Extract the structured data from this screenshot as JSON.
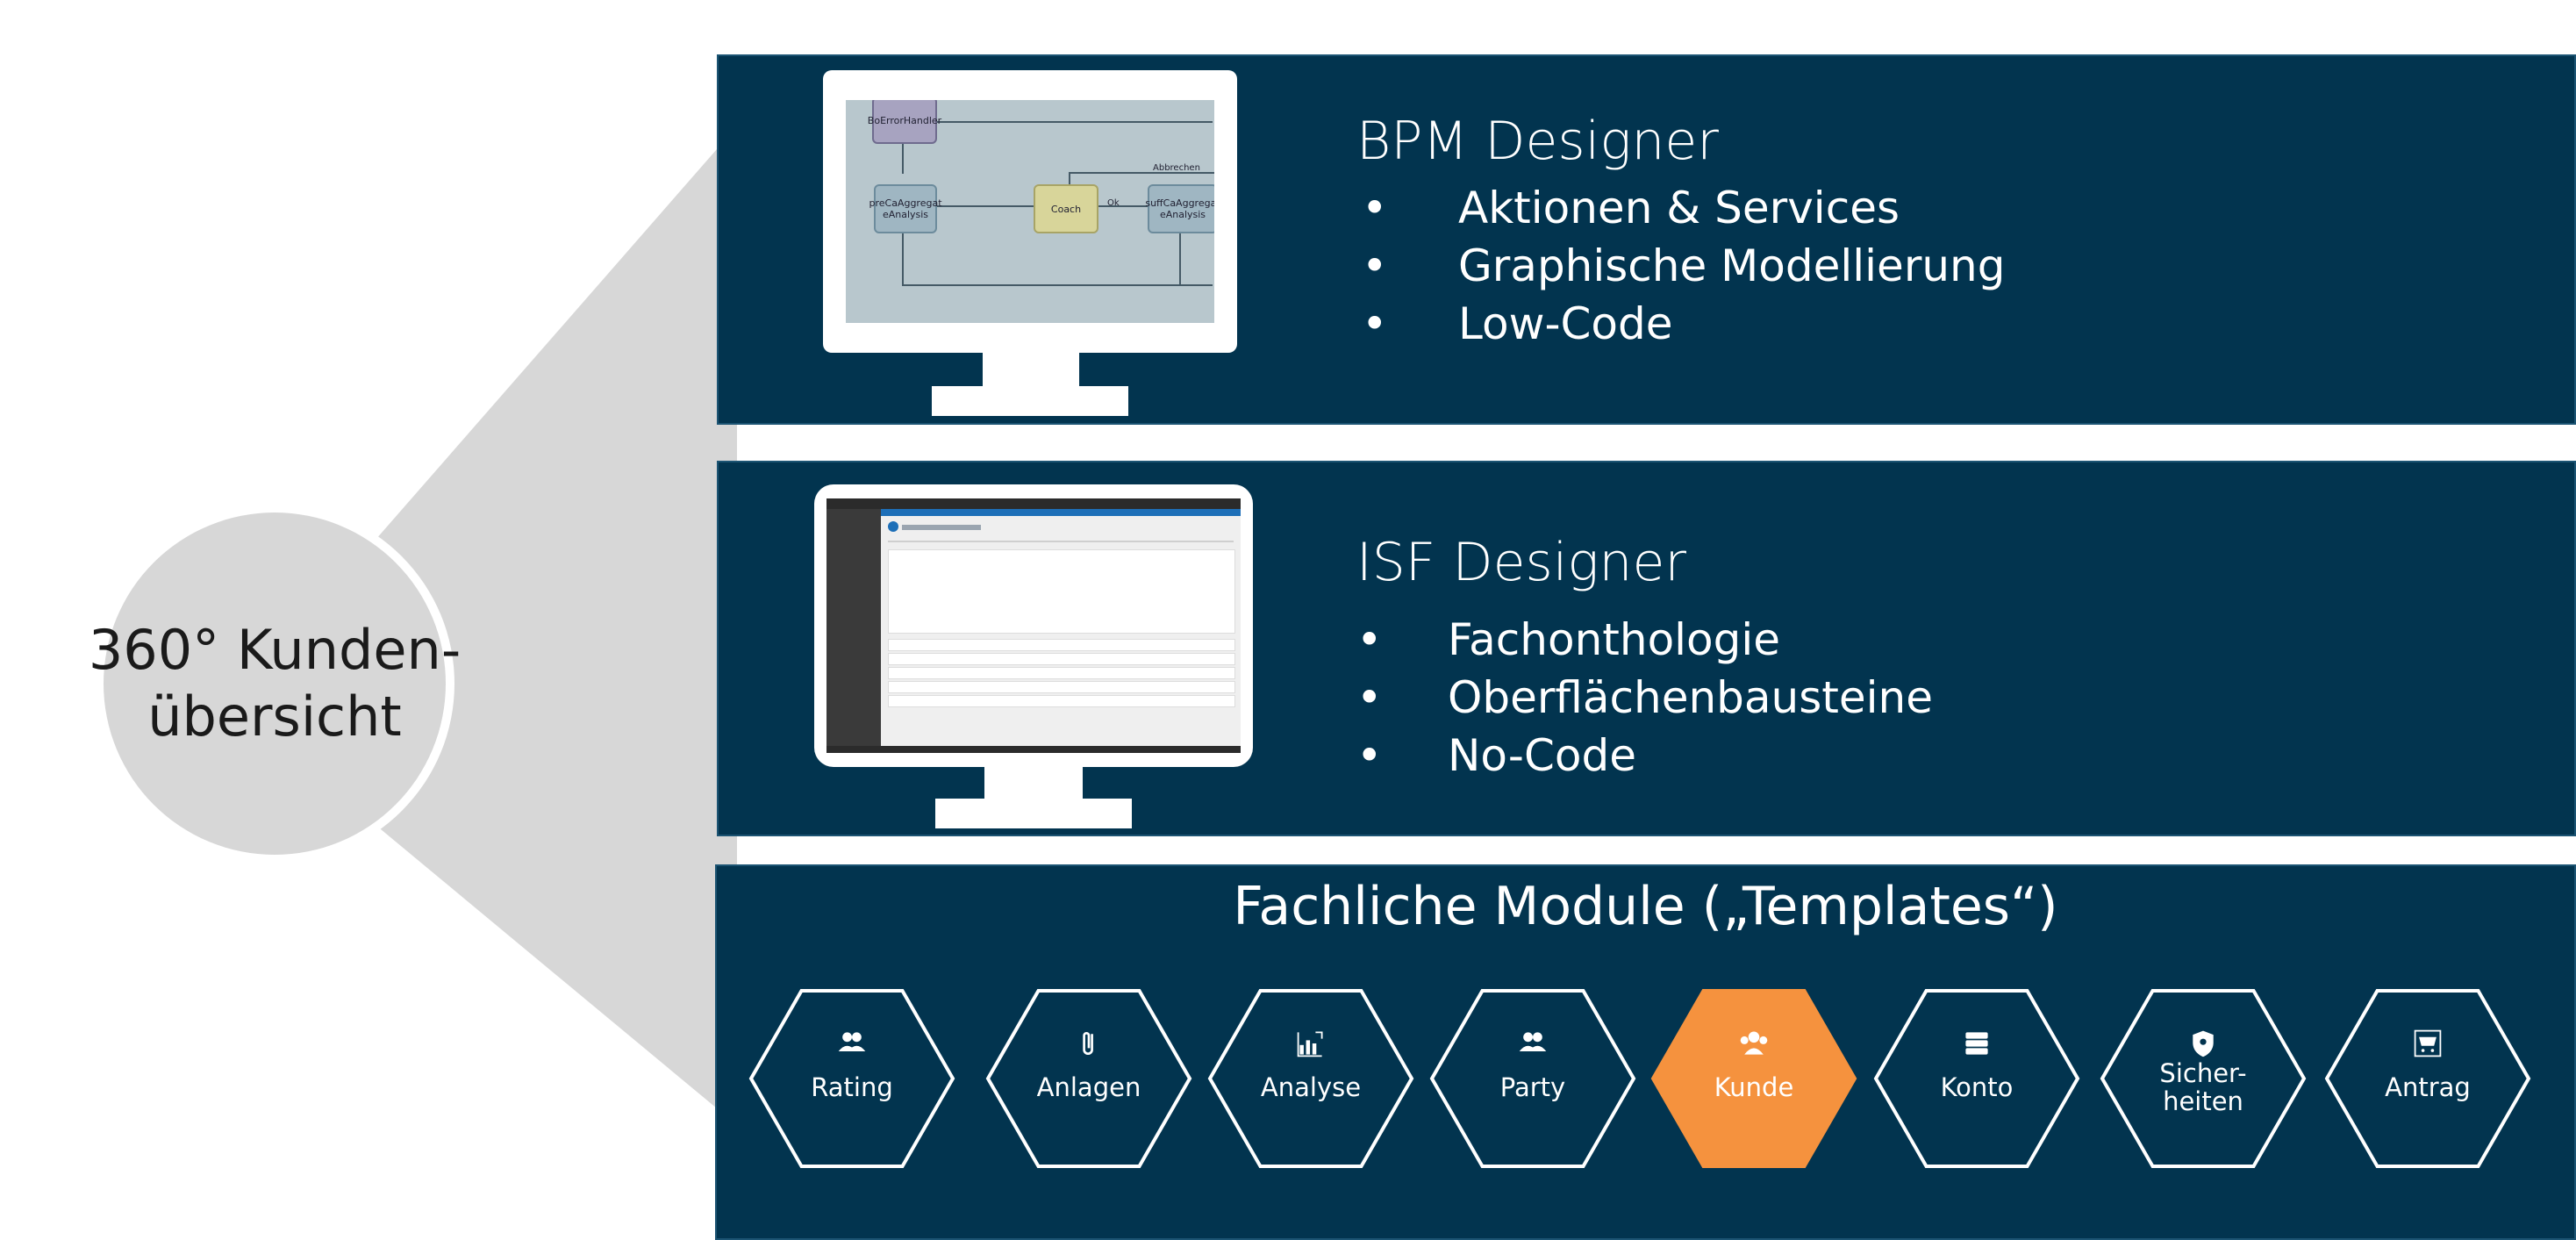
{
  "hub": {
    "line1": "360° Kunden-",
    "line2": "übersicht"
  },
  "bpm": {
    "title": "BPM Designer",
    "bullets": [
      "Aktionen & Services",
      "Graphische Modellierung",
      "Low-Code"
    ],
    "screen": {
      "error_node": "BoErrorHandler",
      "node_pre_1": "preCaAggregat",
      "node_pre_2": "eAnalysis",
      "node_coach": "Coach",
      "node_suff_1": "suffCaAggregat",
      "node_suff_2": "eAnalysis",
      "edge_abbrechen": "Abbrechen",
      "edge_ok": "Ok"
    }
  },
  "isf": {
    "title": "ISF Designer",
    "bullets": [
      "Fachonthologie",
      "Oberflächenbausteine",
      "No-Code"
    ]
  },
  "modules": {
    "title": "Fachliche Module („Templates“)",
    "items": [
      {
        "label": "Rating",
        "icon": "users-icon",
        "highlight": false
      },
      {
        "label": "Anlagen",
        "icon": "paperclip-icon",
        "highlight": false
      },
      {
        "label": "Analyse",
        "icon": "chart-icon",
        "highlight": false
      },
      {
        "label": "Party",
        "icon": "users-icon",
        "highlight": false
      },
      {
        "label": "Kunde",
        "icon": "customer-group-icon",
        "highlight": true
      },
      {
        "label": "Konto",
        "icon": "database-icon",
        "highlight": false
      },
      {
        "label": "Sicher-\nheiten",
        "icon": "shield-icon",
        "highlight": false
      },
      {
        "label": "Antrag",
        "icon": "cart-icon",
        "highlight": false
      }
    ]
  },
  "colors": {
    "panel": "#02344f",
    "accent": "#f5923e",
    "hub": "#d7d7d7"
  }
}
